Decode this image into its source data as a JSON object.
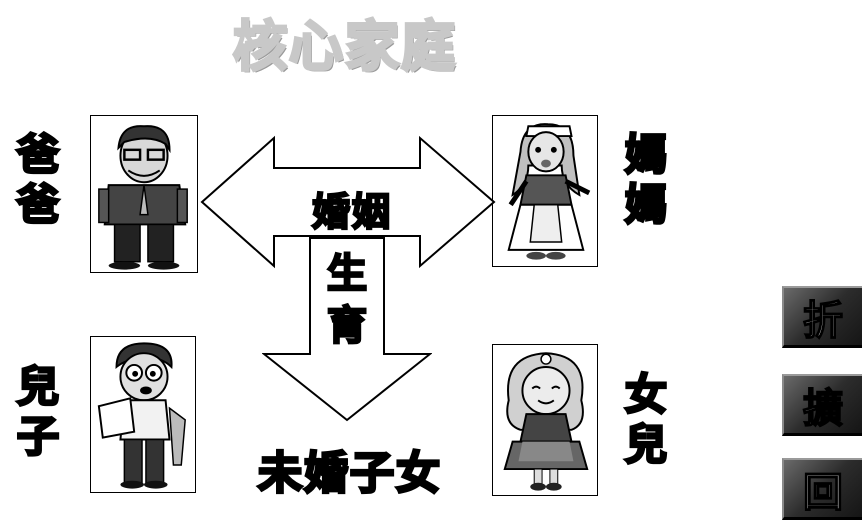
{
  "title": "核心家庭",
  "members": {
    "father": [
      "爸",
      "爸"
    ],
    "mother": [
      "媽",
      "媽"
    ],
    "son": [
      "兒",
      "子"
    ],
    "daughter": [
      "女",
      "兒"
    ]
  },
  "relations": {
    "marriage": "婚姻",
    "birth": [
      "生",
      "育"
    ]
  },
  "children_label": "未婚子女",
  "buttons": {
    "fold": "折",
    "expand": "擴",
    "back": "回"
  },
  "icons": [
    "double-arrow-icon",
    "down-arrow-icon",
    "father-figure",
    "mother-figure",
    "son-figure",
    "daughter-figure"
  ]
}
